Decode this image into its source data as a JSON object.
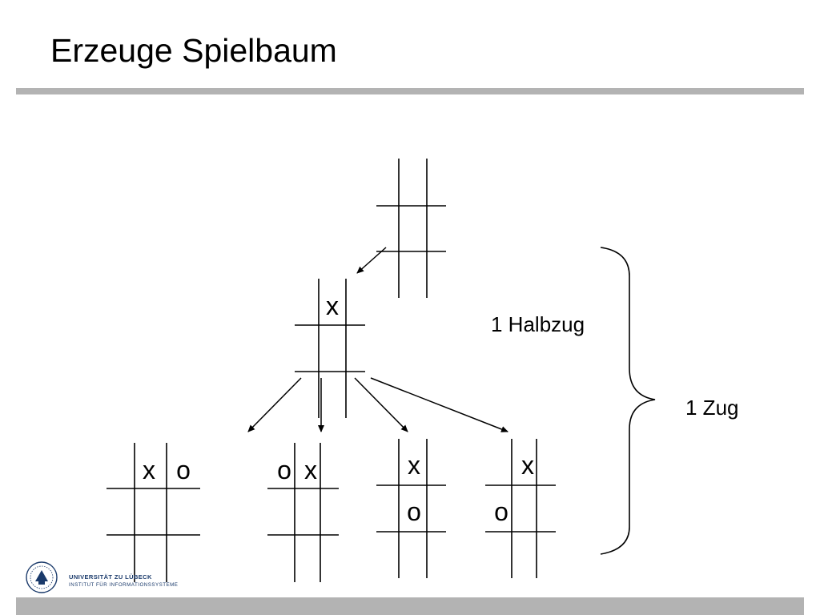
{
  "slide": {
    "title": "Erzeuge Spielbaum",
    "labels": {
      "halbzug": "1 Halbzug",
      "zug": "1 Zug"
    }
  },
  "tree": {
    "root": {
      "cells": [
        [
          "",
          "",
          ""
        ],
        [
          "",
          "",
          ""
        ],
        [
          "",
          "",
          ""
        ]
      ]
    },
    "level1": [
      {
        "cells": [
          [
            "",
            "x",
            ""
          ],
          [
            "",
            "",
            ""
          ],
          [
            "",
            "",
            ""
          ]
        ]
      }
    ],
    "level2": [
      {
        "cells": [
          [
            "x",
            "o",
            ""
          ],
          [
            "",
            "",
            ""
          ],
          [
            "",
            "",
            ""
          ]
        ]
      },
      {
        "cells": [
          [
            "o",
            "x",
            ""
          ],
          [
            "",
            "",
            ""
          ],
          [
            "",
            "",
            ""
          ]
        ]
      },
      {
        "cells": [
          [
            "",
            "x",
            ""
          ],
          [
            "",
            "o",
            ""
          ],
          [
            "",
            "",
            ""
          ]
        ]
      },
      {
        "cells": [
          [
            "",
            "",
            "x"
          ],
          [
            "o",
            "",
            ""
          ],
          [
            "",
            "",
            ""
          ]
        ]
      }
    ]
  },
  "footer": {
    "logo_line1": "UNIVERSITÄT ZU LÜBECK",
    "logo_line2": "INSTITUT FÜR INFORMATIONSSYSTEME"
  },
  "colors": {
    "rule": "#b3b3b3",
    "logo": "#1a3a6b"
  }
}
